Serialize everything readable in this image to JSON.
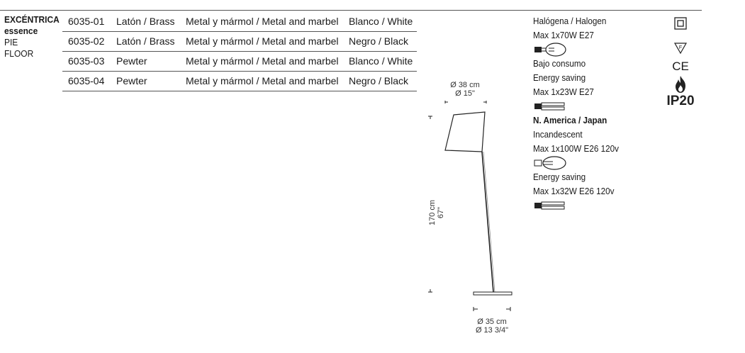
{
  "product": {
    "name": "EXCÉNTRICA",
    "line": "essence",
    "type_es": "PIE",
    "type_en": "FLOOR"
  },
  "variants": [
    [
      "6035-01",
      "Latón / Brass",
      "Metal y mármol / Metal and marbel",
      "Blanco / White"
    ],
    [
      "6035-02",
      "Latón / Brass",
      "Metal y mármol / Metal and marbel",
      "Negro / Black"
    ],
    [
      "6035-03",
      "Pewter",
      "Metal y mármol / Metal and marbel",
      "Blanco / White"
    ],
    [
      "6035-04",
      "Pewter",
      "Metal y mármol / Metal and marbel",
      "Negro / Black"
    ]
  ],
  "bulbs": {
    "halogen_title": "Halógena / Halogen",
    "halogen_spec": "Max 1x70W E27",
    "halogen_icon": "halogen-bulb-icon",
    "low_title": "Bajo consumo",
    "low_title_en": "Energy saving",
    "low_spec": "Max 1x23W E27",
    "low_icon": "energy-saving-bulb-icon",
    "na_title": "N. America / Japan",
    "na_incandescent": "Incandescent",
    "na_inc_spec": "Max 1x100W  E26 120v",
    "na_inc_icon": "incandescent-bulb-icon",
    "na_energy": "Energy saving",
    "na_energy_spec": "Max 1x32W E26  120v",
    "na_energy_icon": "energy-saving-bulb-icon"
  },
  "certifications": {
    "icons": [
      "double-insulation-icon",
      "f-mark-icon",
      "ce-mark-icon",
      "flame-icon"
    ],
    "ce_text": "CE",
    "ip_rating": "IP20"
  },
  "dimensions": {
    "shade_cm": "Ø 38 cm",
    "shade_in": "Ø 15\"",
    "height_cm": "170 cm",
    "height_in": "67\"",
    "base_cm": "Ø 35 cm",
    "base_in": "Ø 13 3/4\""
  },
  "colors": {
    "text": "#1a1a1a",
    "rule": "#555555"
  }
}
